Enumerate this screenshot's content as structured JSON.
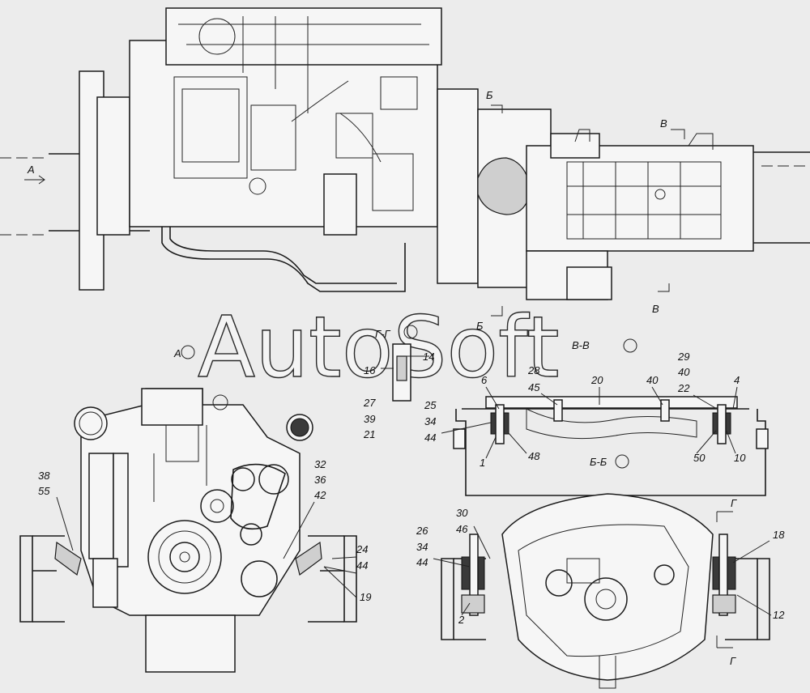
{
  "watermark": "AutoSoft",
  "section_labels": {
    "a_arrow": "A",
    "a_view": "A",
    "b_top": "Б",
    "b_bottom": "Б",
    "bb_view": "Б-Б",
    "v_top": "В",
    "v_bottom": "В",
    "vv_view": "В-В",
    "gg_view": "Г-Г",
    "g_top": "Г",
    "g_bottom": "Г"
  },
  "callouts": {
    "n14": "14",
    "n16": "16",
    "n27": "27",
    "n39": "39",
    "n21": "21",
    "n29": "29",
    "n40a": "40",
    "n22": "22",
    "n4": "4",
    "n28": "28",
    "n45": "45",
    "n20": "20",
    "n40b": "40",
    "n6": "6",
    "n25": "25",
    "n34a": "34",
    "n44a": "44",
    "n1": "1",
    "n48": "48",
    "n50": "50",
    "n10": "10",
    "n32": "32",
    "n36": "36",
    "n42": "42",
    "n38": "38",
    "n55": "55",
    "n24": "24",
    "n44b": "44",
    "n19": "19",
    "n30": "30",
    "n46": "46",
    "n26": "26",
    "n34b": "34",
    "n44c": "44",
    "n18": "18",
    "n2": "2",
    "n12": "12"
  }
}
